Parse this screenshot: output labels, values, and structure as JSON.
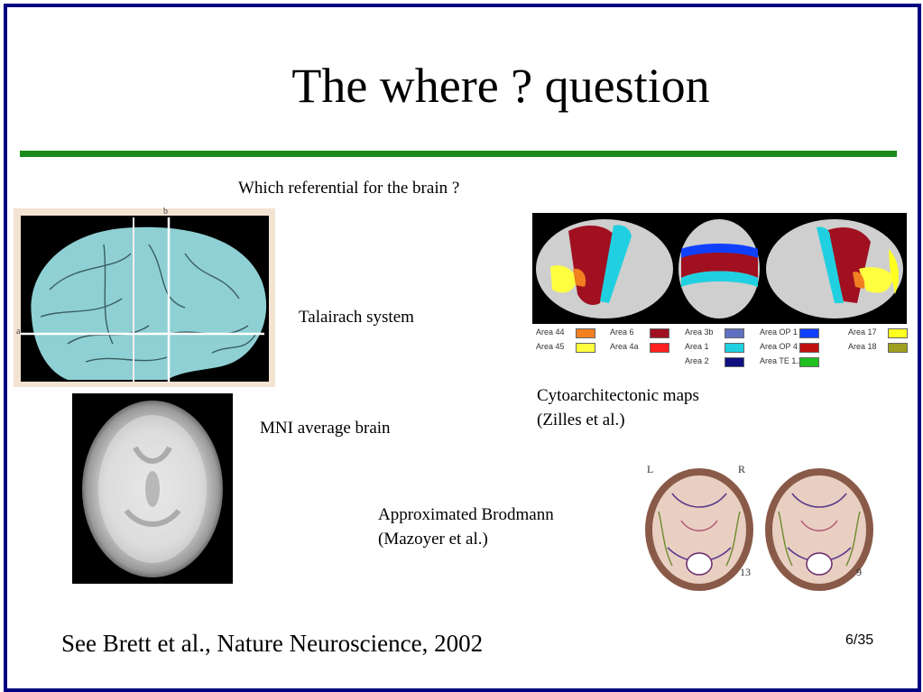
{
  "slide": {
    "title": "The where ? question",
    "subtitle": "Which referential for the brain ?",
    "footer": "See Brett et al., Nature Neuroscience, 2002",
    "page_number": "6/35",
    "colors": {
      "border": "#000080",
      "rule": "#1a8a1a"
    }
  },
  "labels": {
    "talairach": "Talairach system",
    "mni": "MNI average brain",
    "cyto_line1": "Cytoarchitectonic maps",
    "cyto_line2": "(Zilles et al.)",
    "brodmann_line1": "Approximated Brodmann",
    "brodmann_line2": "(Mazoyer et al.)"
  },
  "figures": {
    "talairach_axes": {
      "a": "a",
      "b": "b"
    },
    "brodmann_lr": {
      "left": "L",
      "right": "R",
      "num_left": "13",
      "num_right": "9"
    },
    "cyto_legend": [
      {
        "label": "Area 44",
        "color": "#f08020"
      },
      {
        "label": "Area 45",
        "color": "#ffff40"
      },
      {
        "label": "Area 6",
        "color": "#a01020"
      },
      {
        "label": "Area 4a",
        "color": "#ff2020"
      },
      {
        "label": "Area 3b",
        "color": "#6070c0"
      },
      {
        "label": "Area 1",
        "color": "#20d0e0"
      },
      {
        "label": "Area 2",
        "color": "#101080"
      },
      {
        "label": "Area OP 1",
        "color": "#1040ff"
      },
      {
        "label": "Area OP 4",
        "color": "#c01010"
      },
      {
        "label": "Area TE 1.2",
        "color": "#20c020"
      },
      {
        "label": "Area 17",
        "color": "#ffff20"
      },
      {
        "label": "Area 18",
        "color": "#a0a020"
      }
    ]
  }
}
